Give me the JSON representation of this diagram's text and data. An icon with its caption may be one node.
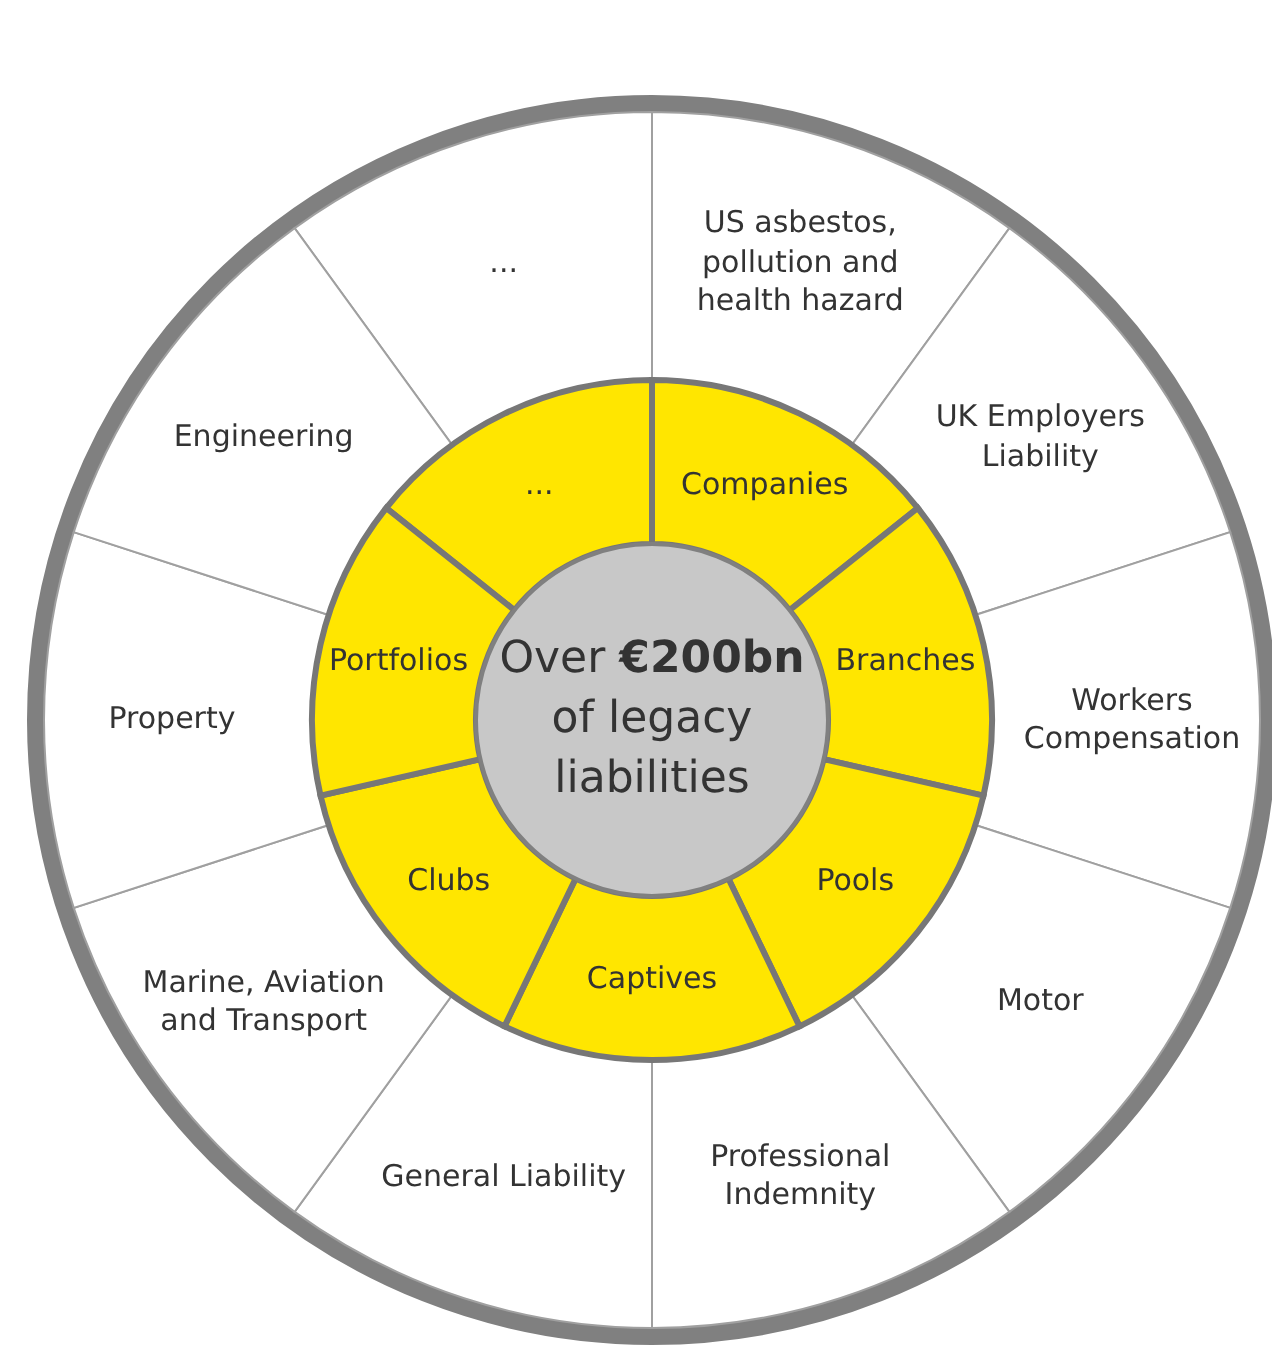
{
  "diagram": {
    "nodes": [
      {
        "text": [
          "Over **€200bn** of legacy liabilities"
        ]
      },
      {
        "text": [
          "..."
        ]
      },
      {
        "text": [
          "Companies"
        ]
      },
      {
        "text": [
          "Branches"
        ]
      },
      {
        "text": [
          "Pools"
        ]
      },
      {
        "text": [
          "Captives"
        ]
      },
      {
        "text": [
          "Clubs"
        ]
      },
      {
        "text": [
          "Portfolios"
        ]
      },
      {
        "text": [
          "..."
        ]
      },
      {
        "text": [
          "US asbestos, pollution and health hazard"
        ]
      },
      {
        "text": [
          "UK Employers Liability"
        ]
      },
      {
        "text": [
          "Workers Compensation"
        ]
      },
      {
        "text": [
          "Motor"
        ]
      },
      {
        "text": [
          "Professional Indemnity"
        ]
      },
      {
        "text": [
          "General Liability"
        ]
      },
      {
        "text": [
          "Marine, Aviation and Transport"
        ]
      },
      {
        "text": [
          "Property"
        ]
      },
      {
        "text": [
          "Engineering"
        ]
      }
    ]
  }
}
